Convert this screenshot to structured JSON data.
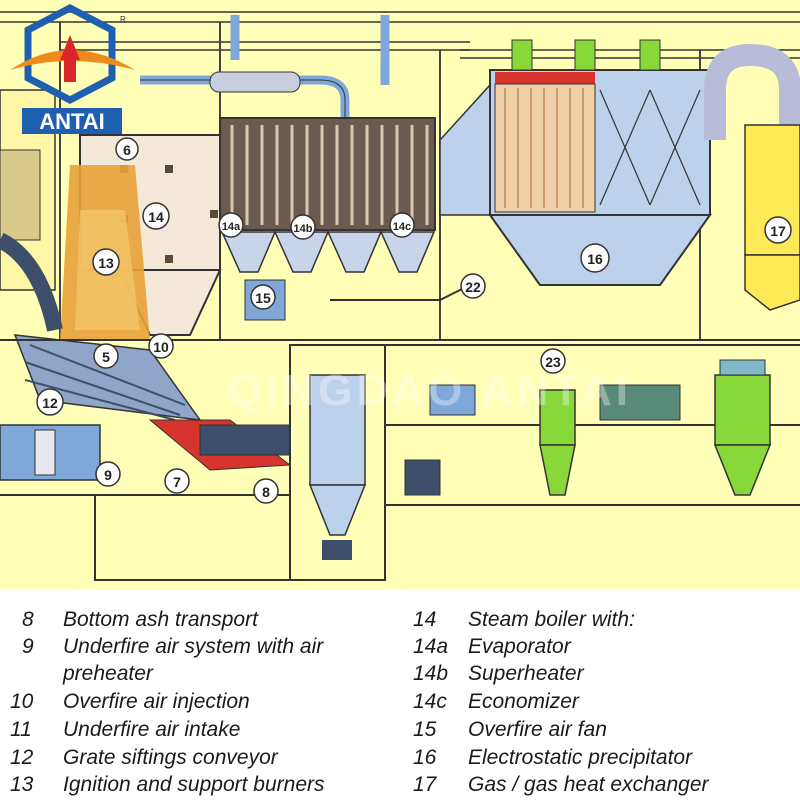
{
  "brand": {
    "name": "ANTAI",
    "registered": "R",
    "colors": {
      "blue": "#1e5fb0",
      "orange": "#f18a1c",
      "red": "#d9262a"
    }
  },
  "diagram": {
    "colors": {
      "background": "#ffffb8",
      "outline": "#222222",
      "steel_blue": "#7fa8d8",
      "dark_steel": "#3d4f6a",
      "green": "#88d83a",
      "yellow_tank": "#ffe957",
      "red_band": "#d6342c",
      "furnace_orange": "#e8a23a"
    },
    "markers": [
      "6",
      "14",
      "13",
      "14a",
      "14b",
      "14c",
      "15",
      "22",
      "16",
      "17",
      "5",
      "10",
      "12",
      "23",
      "9",
      "7",
      "8"
    ],
    "watermark": "QINGDAO ANTAI"
  },
  "legend": {
    "left": [
      {
        "num": "8",
        "text": "Bottom ash transport"
      },
      {
        "num": "9",
        "text": "Underfire air system with air"
      },
      {
        "num": "",
        "text": "preheater"
      },
      {
        "num": "10",
        "text": "Overfire air injection"
      },
      {
        "num": "11",
        "text": "Underfire air intake"
      },
      {
        "num": "12",
        "text": "Grate siftings conveyor"
      },
      {
        "num": "13",
        "text": "Ignition and support burners"
      }
    ],
    "right": [
      {
        "num": "14",
        "text": "Steam boiler with:"
      },
      {
        "num": "14a",
        "text": "Evaporator"
      },
      {
        "num": "14b",
        "text": "Superheater"
      },
      {
        "num": "14c",
        "text": "Economizer"
      },
      {
        "num": "15",
        "text": "Overfire air fan"
      },
      {
        "num": "16",
        "text": "Electrostatic precipitator"
      },
      {
        "num": "17",
        "text": "Gas / gas heat exchanger"
      }
    ]
  }
}
